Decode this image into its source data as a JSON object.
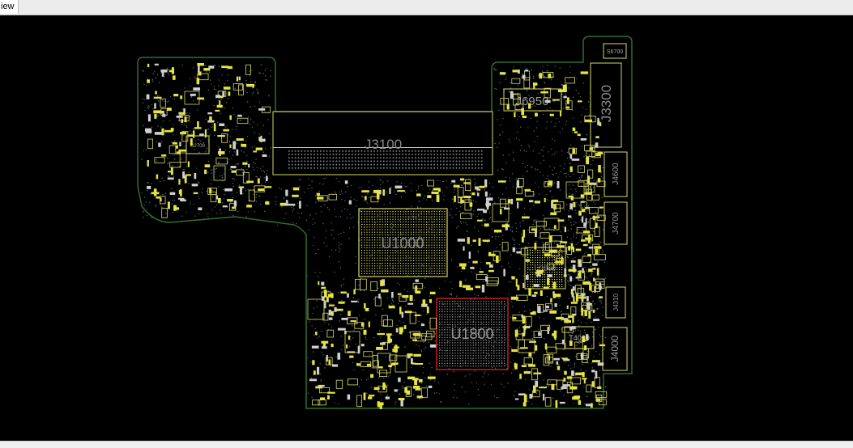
{
  "window": {
    "tab_label": "iew"
  },
  "board": {
    "outline_color": "#2f6e2f",
    "silk_color": "#d8d86a",
    "pad_color": "#e5e542",
    "component_body_color": "#9a9a9a",
    "selected_color": "#c0201f",
    "connectors": [
      {
        "id": "j3100",
        "label": "J3100"
      },
      {
        "id": "j6950",
        "label": "J6950"
      },
      {
        "id": "j3300",
        "label": "J3300"
      },
      {
        "id": "s6700",
        "label": "S6700"
      },
      {
        "id": "j4600",
        "label": "J4600"
      },
      {
        "id": "j4700",
        "label": "J4700"
      },
      {
        "id": "j4310",
        "label": "J4310"
      },
      {
        "id": "j4000",
        "label": "J4000"
      },
      {
        "id": "t4000",
        "label": "T4000"
      }
    ],
    "chips": [
      {
        "id": "u1000",
        "label": "U1000",
        "state": "normal"
      },
      {
        "id": "u1800",
        "label": "U1800",
        "state": "selected"
      },
      {
        "id": "u3900",
        "label": "U3900",
        "state": "normal"
      },
      {
        "id": "u2700",
        "label": "U2700",
        "state": "normal"
      }
    ]
  }
}
